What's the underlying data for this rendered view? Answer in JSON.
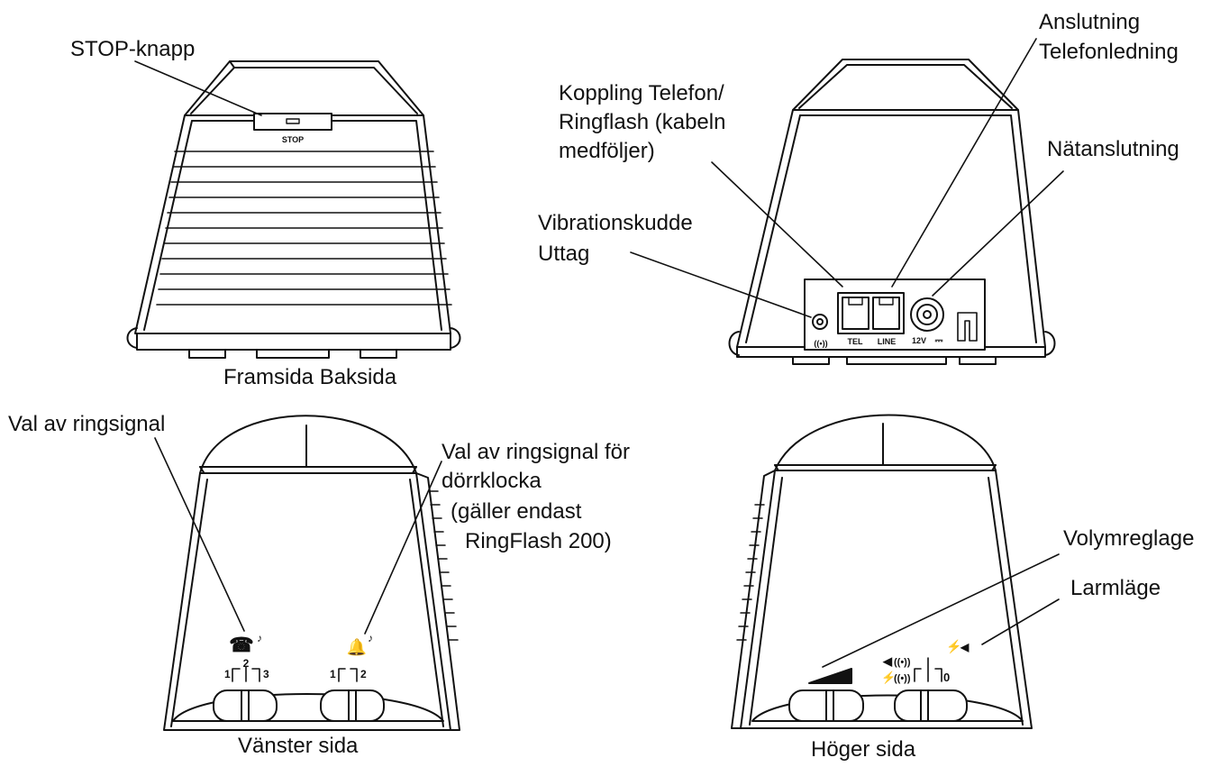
{
  "views": {
    "front_back_caption": "Framsida Baksida",
    "left_caption": "Vänster sida",
    "right_caption": "Höger sida"
  },
  "labels": {
    "stop_button": "STOP-knapp",
    "phone_line_1": "Anslutning",
    "phone_line_2": "Telefonledning",
    "coupling_1": "Koppling Telefon/",
    "coupling_2": "Ringflash (kabeln",
    "coupling_3": "medföljer)",
    "power": "Nätanslutning",
    "vibration_1": "Vibrationskudde",
    "vibration_2": "Uttag",
    "ring_select": "Val av ringsignal",
    "door_1": "Val av ringsignal för",
    "door_2": "dörrklocka",
    "door_3": "(gäller endast",
    "door_4": "RingFlash 200)",
    "volume": "Volymreglage",
    "alarm_mode": "Larmläge"
  },
  "device_marks": {
    "stop": "STOP",
    "tel": "TEL",
    "line": "LINE",
    "volt": "12V",
    "dc": "⎓",
    "pos_1": "1",
    "pos_2": "2",
    "pos_3": "3",
    "pos_0": "0",
    "phone_glyph": "☎",
    "note_glyph": "♪",
    "bell_glyph": "🔔",
    "speaker_glyph": "◀",
    "vibe_glyph": "((•))",
    "flash_glyph": "⚡"
  },
  "icons": {
    "ringer_select": "phone-note-icon",
    "door_select": "bell-note-icon",
    "volume": "volume-ramp-icon",
    "alarm": "flash-speaker-icon"
  }
}
